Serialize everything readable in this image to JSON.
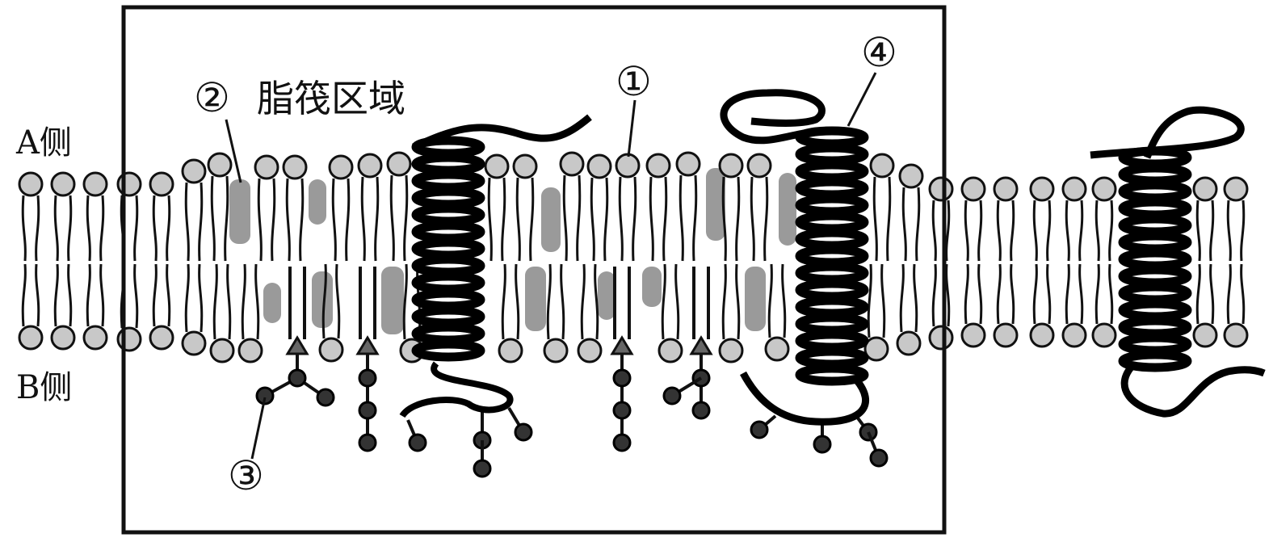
{
  "labels": {
    "side_a": "A侧",
    "side_b": "B侧",
    "raft_region": "脂筏区域",
    "marker_1": "①",
    "marker_2": "②",
    "marker_3": "③",
    "marker_4": "④"
  },
  "colors": {
    "head_fill": "#c8c8c8",
    "cholesterol": "#9a9a9a",
    "glycan": "#333333",
    "stroke": "#111111"
  }
}
